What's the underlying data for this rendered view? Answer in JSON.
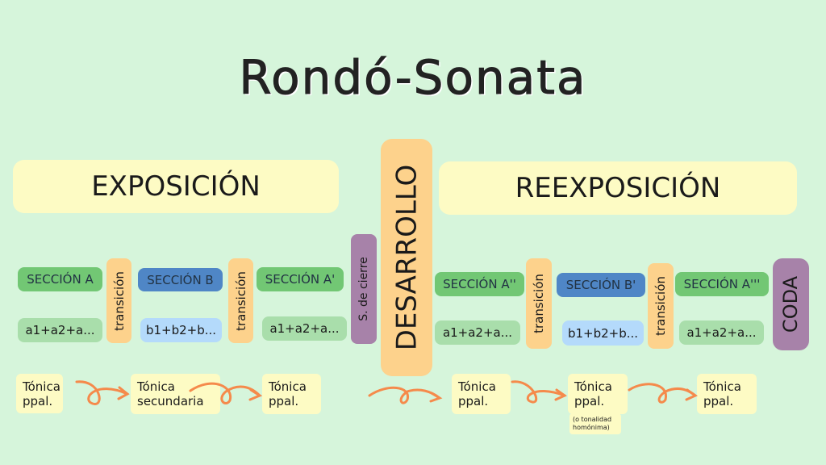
{
  "title": "Rondó-Sonata",
  "exposicion": {
    "title": "EXPOSICIÓN",
    "sec_a": "SECCIÓN A",
    "a_sub": "a1+a2+a...",
    "trans1": "transición",
    "sec_b": "SECCIÓN B",
    "b_sub": "b1+b2+b...",
    "trans2": "transición",
    "sec_a2": "SECCIÓN A'",
    "a2_sub": "a1+a2+a...",
    "cierre": "S. de cierre",
    "keys": [
      "Tónica\nppal.",
      "Tónica\nsecundaria",
      "Tónica\nppal."
    ]
  },
  "desarrollo": "DESARROLLO",
  "reexposicion": {
    "title": "REEXPOSICIÓN",
    "sec_a": "SECCIÓN A''",
    "a_sub": "a1+a2+a...",
    "trans1": "transición",
    "sec_b": "SECCIÓN B'",
    "b_sub": "b1+b2+b...",
    "trans2": "transición",
    "sec_a2": "SECCIÓN A'''",
    "a2_sub": "a1+a2+a...",
    "coda": "CODA",
    "keys": [
      "Tónica\nppal.",
      "Tónica\nppal.",
      "Tónica\nppal."
    ],
    "note": "(o tonalidad\nhomónima)"
  },
  "colors": {
    "background": "#d6f5db",
    "section_a": "#72c774",
    "section_b": "#4f86c6",
    "transition": "#fdd28c",
    "closing": "#a782a9",
    "arrow": "#f58a4b"
  }
}
